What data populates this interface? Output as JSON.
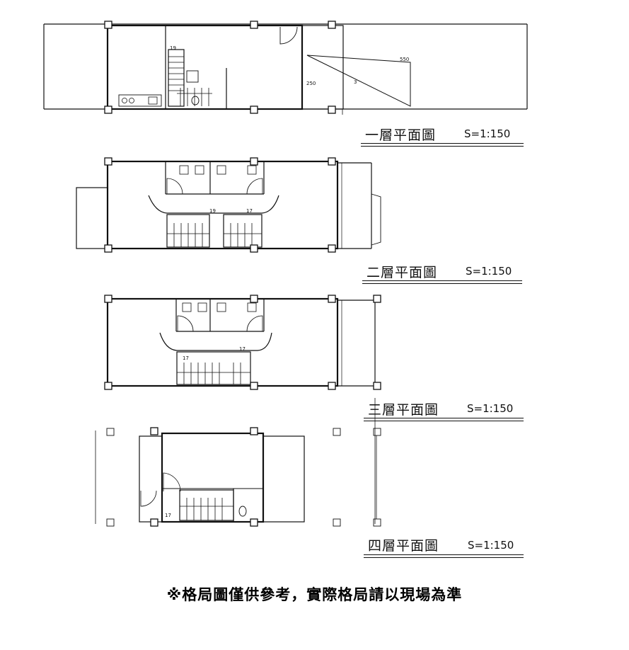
{
  "floors": [
    {
      "id": "1f",
      "title": "一層平面圖",
      "scale": "S=1:150"
    },
    {
      "id": "2f",
      "title": "二層平面圖",
      "scale": "S=1:150"
    },
    {
      "id": "3f",
      "title": "三層平面圖",
      "scale": "S=1:150"
    },
    {
      "id": "4f",
      "title": "四層平面圖",
      "scale": "S=1:150"
    }
  ],
  "annotations": {
    "stair_1f": "19",
    "stair_2f_left": "19",
    "stair_2f_right": "17",
    "stair_3f_left": "17",
    "stair_3f_right": "17",
    "stair_4f": "17",
    "parking_width": "550",
    "parking_depth": "250",
    "parking_no": "3"
  },
  "disclaimer": "※格局圖僅供參考，實際格局請以現場為準"
}
